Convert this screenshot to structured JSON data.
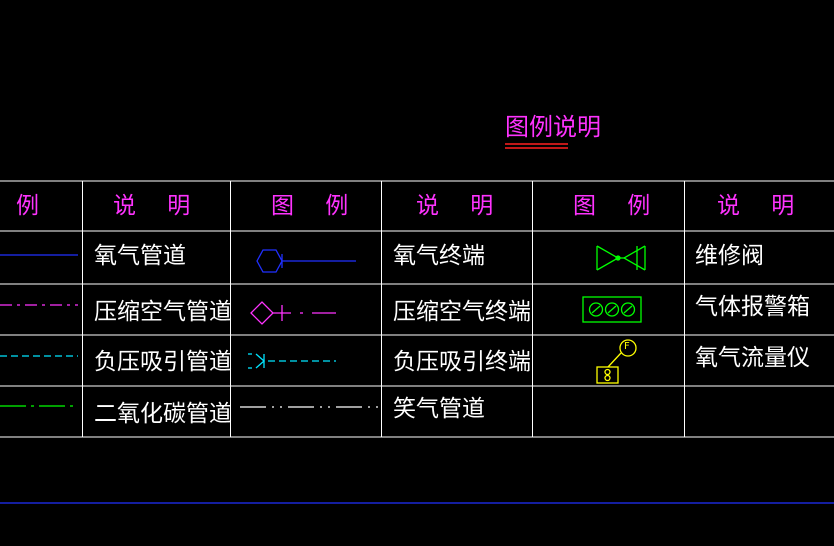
{
  "title": "图例说明",
  "headers": [
    "例",
    "说 明",
    "图 例",
    "说 明",
    "图 例",
    "说 明"
  ],
  "rows": [
    [
      "氧气管道",
      "氧气终端",
      "维修阀"
    ],
    [
      "压缩空气管道",
      "压缩空气终端",
      "气体报警箱"
    ],
    [
      "负压吸引管道",
      "负压吸引终端",
      "氧气流量仪"
    ],
    [
      "二氧化碳管道",
      "笑气管道",
      ""
    ]
  ],
  "flowmeter_symbol_letter": "F",
  "colors": {
    "background": "#000000",
    "grid": "#ffffff",
    "header_text": "#ff33ff",
    "title_underline": "#ff2020",
    "oxygen": "#2030ff",
    "compressed_air": "#ff33ff",
    "vacuum": "#00e5ff",
    "co2": "#00ff00",
    "nitrous_oxide": "#ffffff",
    "valve": "#00ff00",
    "flowmeter": "#ffff00"
  },
  "icons": [
    "hexagon-terminal-icon",
    "diamond-terminal-icon",
    "vacuum-terminal-icon",
    "valve-icon",
    "alarm-box-icon",
    "flowmeter-icon"
  ]
}
